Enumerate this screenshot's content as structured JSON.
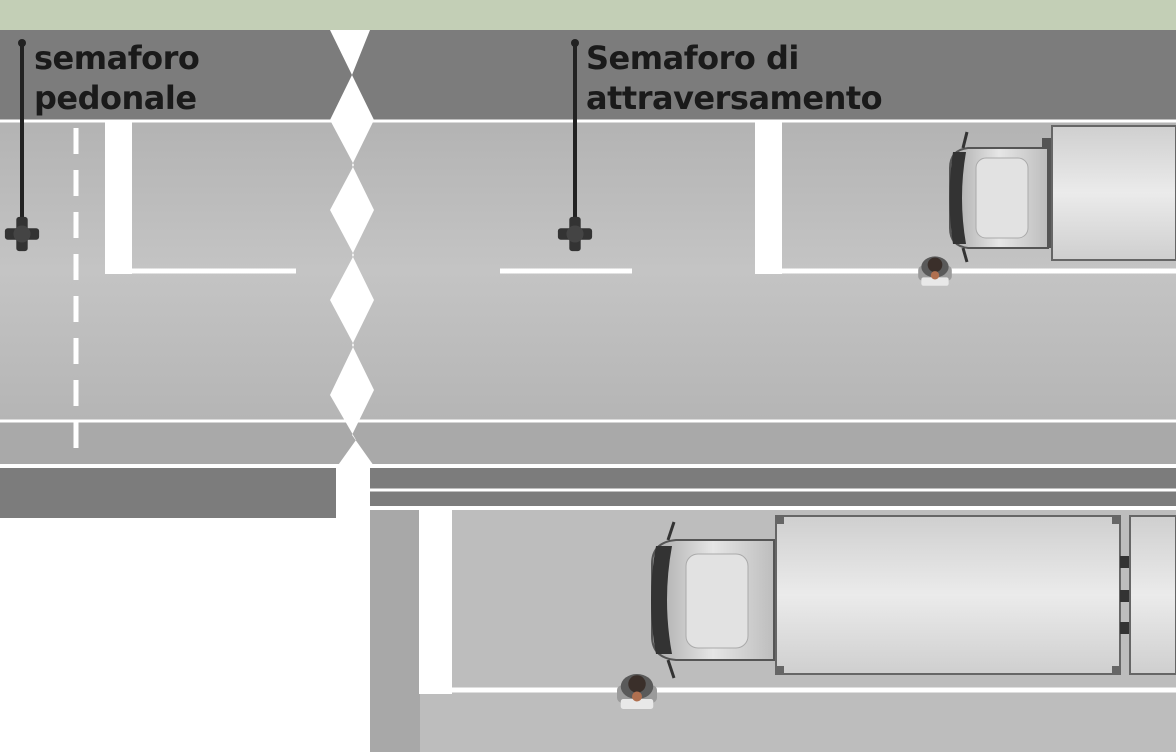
{
  "labels": {
    "pedestrian_signal": [
      "semaforo",
      "pedonale"
    ],
    "crossing_signal": [
      "Semaforo di",
      "attraversamento"
    ]
  },
  "colors": {
    "grass": "#c3cfb6",
    "sidewalk": "#7c7c7c",
    "road": "#bdbdbd",
    "marking": "#ffffff",
    "signal": "#333333",
    "truck_box": "#d9d9d9",
    "truck_cab": "#c9c9c9"
  },
  "icons": [
    "traffic-signal-icon",
    "truck-icon",
    "pedestrian-icon",
    "break-line-icon"
  ]
}
